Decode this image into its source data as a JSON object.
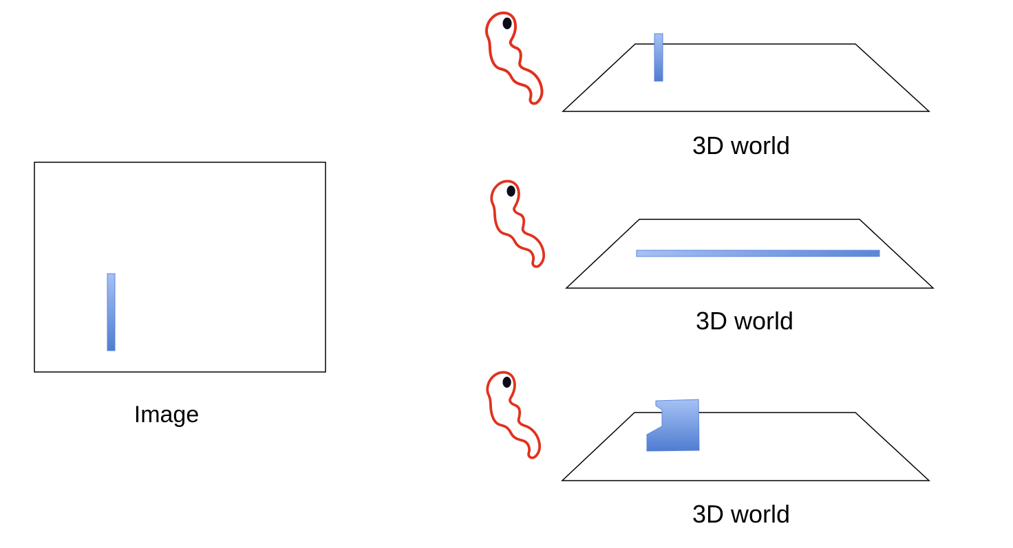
{
  "image_panel": {
    "label": "Image"
  },
  "scenes": [
    {
      "label": "3D world",
      "object": "vertical-thin-pole"
    },
    {
      "label": "3D world",
      "object": "horizontal-lying-stick"
    },
    {
      "label": "3D world",
      "object": "notched-slab"
    }
  ],
  "colors": {
    "object_fill_top": "#a6c1f5",
    "object_fill_bottom": "#4f7dd1",
    "observer_outline": "#e0321e",
    "observer_eye": "#0b0b1a",
    "line": "#000000"
  },
  "icons": {
    "observer": "observer-figure-icon"
  }
}
